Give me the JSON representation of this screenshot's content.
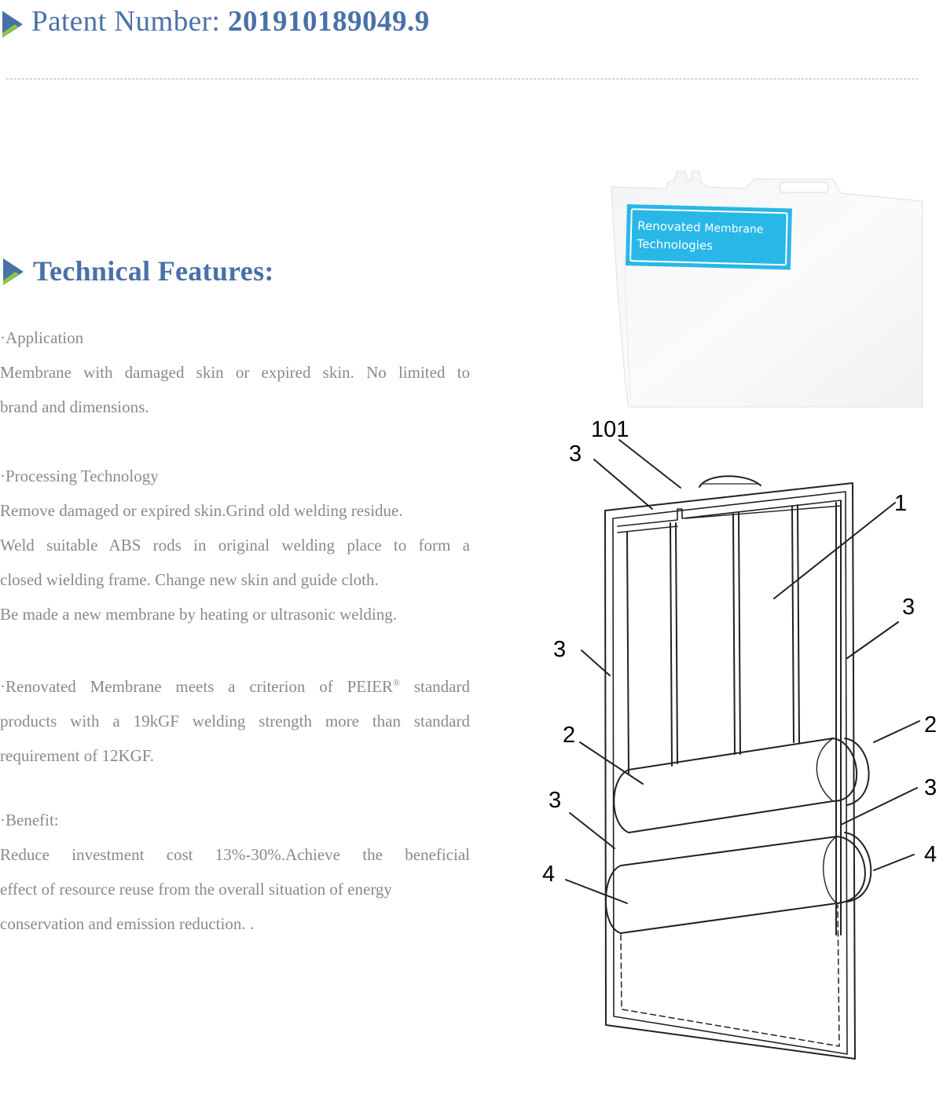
{
  "header": {
    "label": "Patent Number:",
    "number": "201910189049.9",
    "marker_icon": "triangle-bullet-icon",
    "marker_colors": [
      "#4a70a8",
      "#8dc63f"
    ]
  },
  "section": {
    "title": "Technical Features:"
  },
  "features": {
    "application": {
      "heading": "·Application",
      "line1": "Membrane with damaged skin or expired skin. No limited to",
      "line2": "brand and dimensions."
    },
    "processing": {
      "heading": "·Processing Technology",
      "line1": "Remove damaged or expired skin.Grind old welding residue.",
      "line2": "Weld suitable ABS rods in original welding place to form a",
      "line3": "closed wielding frame. Change new skin and guide cloth.",
      "line4": "Be made a new membrane by heating or ultrasonic welding."
    },
    "standard": {
      "line1a": "·Renovated Membrane meets a criterion of PEIER",
      "reg_mark": "®",
      "line1b": "standard",
      "line2": "products with a 19kGF welding strength more than standard",
      "line3": "requirement of 12KGF."
    },
    "benefit": {
      "heading": "·Benefit:",
      "line1": "Reduce investment cost 13%-30%.Achieve the beneficial",
      "line2": "effect of resource reuse from the overall situation of energy",
      "line3": "conservation and emission reduction. ."
    }
  },
  "product_label": {
    "line1_a": "Renovated",
    "line1_b": "Membrane",
    "line2": "Technologies",
    "color": "#29b7e8"
  },
  "diagram_labels": {
    "n101": "101",
    "n3_top": "3",
    "n1": "1",
    "n3_right_top": "3",
    "n3_left_mid": "3",
    "n2_left": "2",
    "n2_right": "2",
    "n3_right_low": "3",
    "n3_left_low": "3",
    "n4_left": "4",
    "n4_right": "4"
  }
}
